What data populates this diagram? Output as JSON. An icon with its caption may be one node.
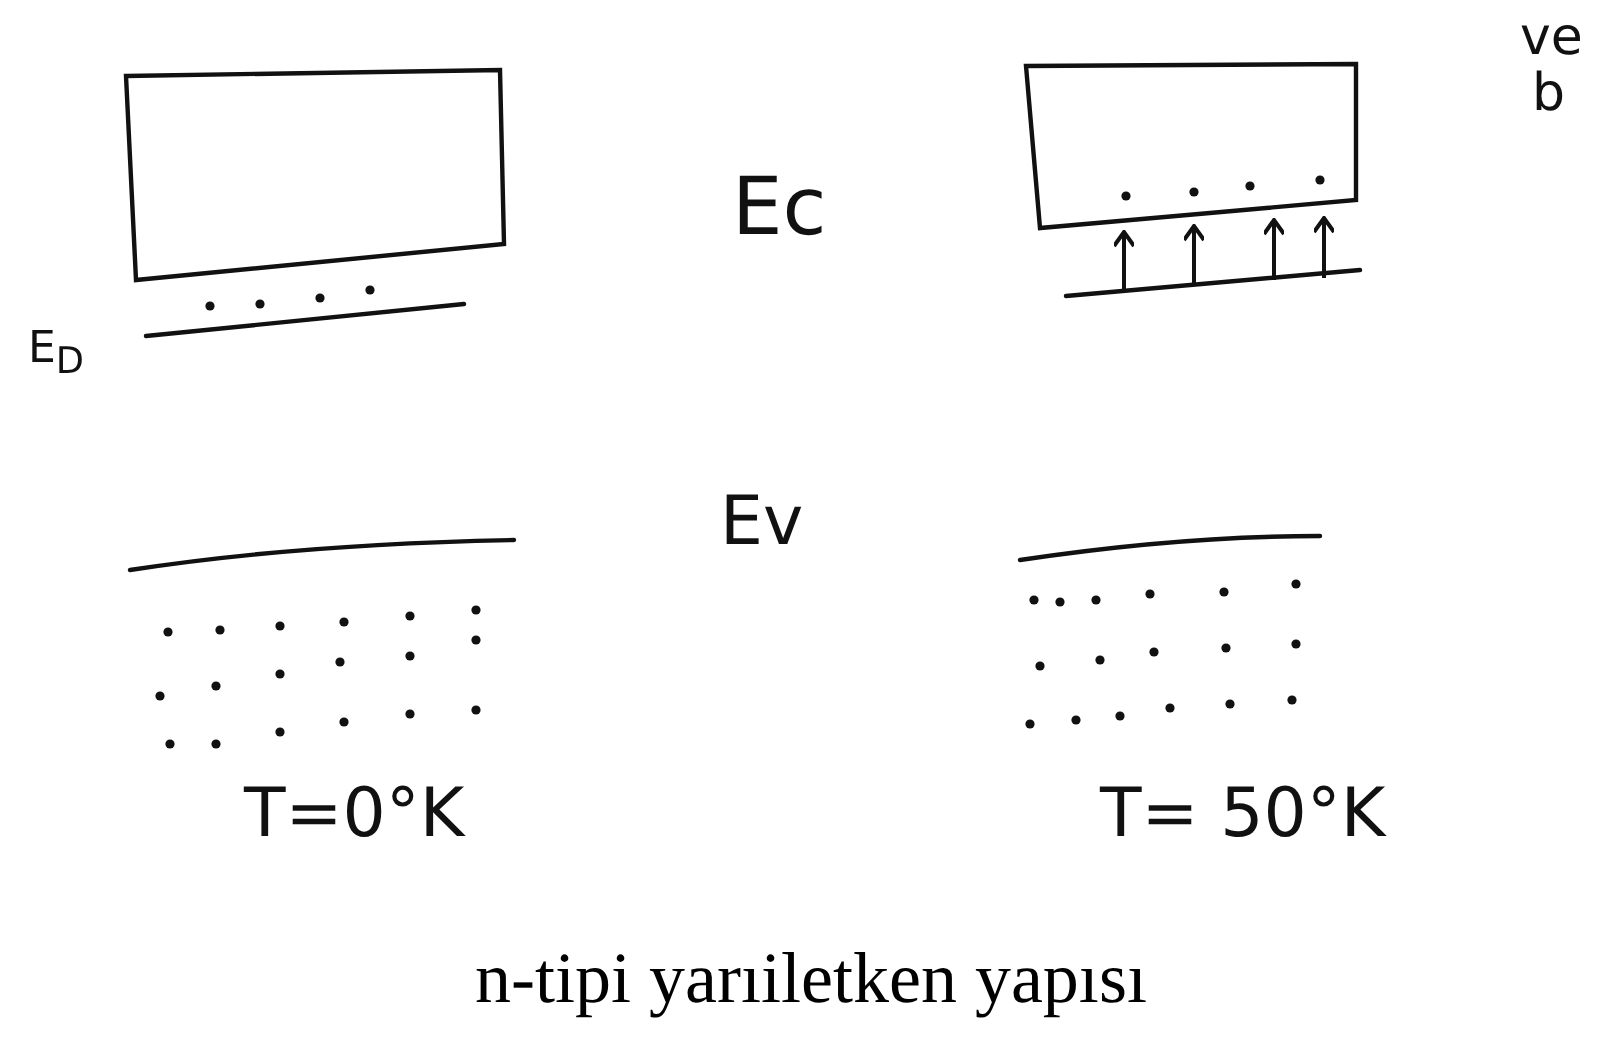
{
  "diagram": {
    "caption": "n-tipi yarıiletken yapısı",
    "labels": [
      "ve",
      "b",
      "Ec",
      "E$_{D}$",
      "Ev",
      "T=0°K",
      "T= 50°K"
    ]
  }
}
